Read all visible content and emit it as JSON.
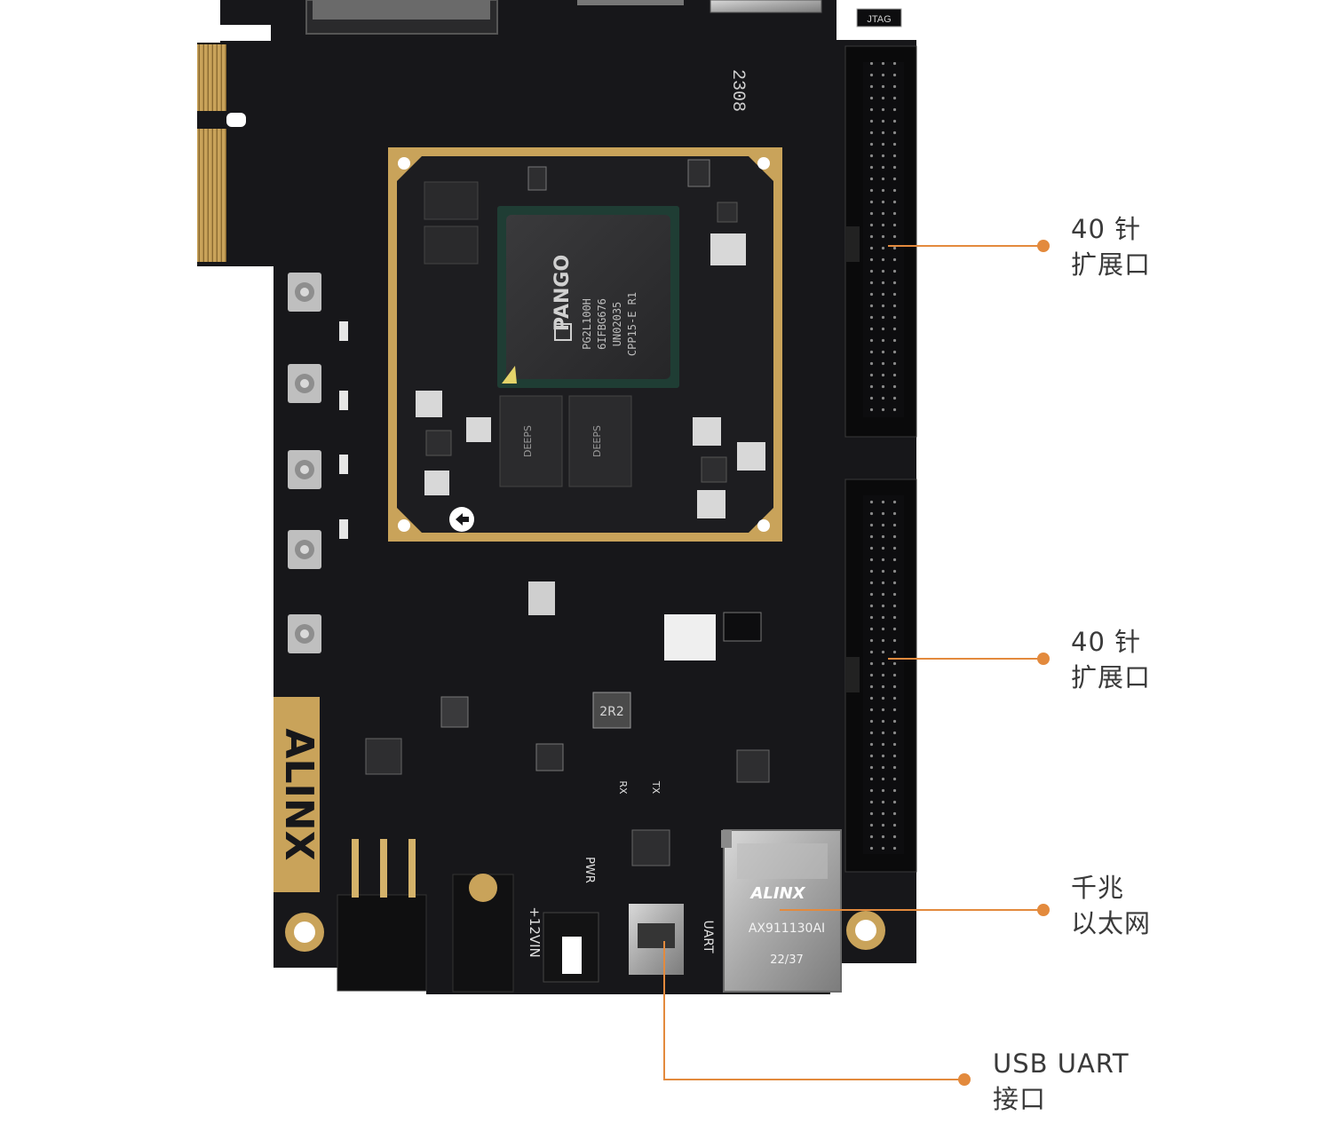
{
  "colors": {
    "callout": "#e38a3d",
    "pcb": "#17171a",
    "gold": "#c9a35a",
    "text": "#3a3a3a"
  },
  "board": {
    "fpga_brand": "PANGO",
    "fpga_part": "PG2L100H",
    "fpga_code_1": "6IFBG676",
    "fpga_code_2": "UN02035",
    "fpga_code_3": "CPP15-E R1",
    "silk_alinx": "ALINX",
    "silk_jtag": "JTAG",
    "silk_12vin": "+12VIN",
    "silk_pwr": "PWR",
    "silk_uart": "UART",
    "silk_rx": "RX",
    "silk_tx": "TX",
    "silk_2308": "2308",
    "inductor_mark": "2R2",
    "ddr_brand": "DEEPS",
    "rj45_brand": "ALINX",
    "rj45_part": "AX911130AI",
    "rj45_date": "22/37"
  },
  "callouts": [
    {
      "line1": "40 针",
      "line2": "扩展口"
    },
    {
      "line1": "40 针",
      "line2": "扩展口"
    },
    {
      "line1": "千兆",
      "line2": "以太网"
    },
    {
      "line1": "USB UART",
      "line2": "接口"
    }
  ]
}
